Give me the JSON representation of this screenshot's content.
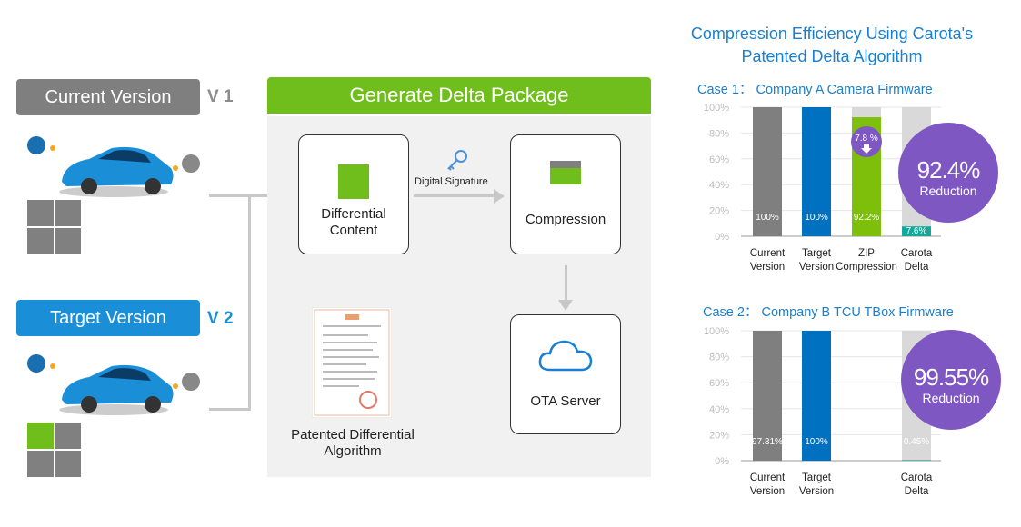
{
  "left": {
    "current": {
      "label": "Current Version",
      "version": "V 1"
    },
    "target": {
      "label": "Target Version",
      "version": "V 2"
    }
  },
  "center": {
    "header": "Generate Delta Package",
    "differential": "Differential Content",
    "signature": "Digital Signature",
    "compression": "Compression",
    "ota": "OTA Server",
    "patent": "Patented Differential Algorithm"
  },
  "title_line1": "Compression Efficiency Using Carota's",
  "title_line2": "Patented Delta Algorithm",
  "colors": {
    "gray": "#7f7f7f",
    "blue": "#0070c0",
    "green": "#7dbf0b",
    "teal": "#12a89a",
    "purple": "#7e57c2",
    "track": "#d9d9d9",
    "accent": "#1a7fd0"
  },
  "chart_data": [
    {
      "type": "bar",
      "title": "Case 1：  Company A  Camera Firmware",
      "ylim": [
        0,
        100
      ],
      "yticks": [
        "100%",
        "80%",
        "60%",
        "40%",
        "20%",
        "0%"
      ],
      "categories": [
        [
          "Current",
          "Version"
        ],
        [
          "Target",
          "Version"
        ],
        [
          "ZIP",
          "Compression"
        ],
        [
          "Carota",
          "Delta"
        ]
      ],
      "values": [
        100,
        100,
        92.2,
        7.6
      ],
      "labels": [
        "100%",
        "100%",
        "92.2%",
        "7.6%"
      ],
      "bar_colors": [
        "#7f7f7f",
        "#0070c0",
        "#7dbf0b",
        "#12a89a"
      ],
      "track": [
        false,
        false,
        true,
        true
      ],
      "callout": {
        "value": "7.8 %",
        "arrow": "down-arrow-icon"
      },
      "badge": {
        "value": "92.4%",
        "label": "Reduction"
      }
    },
    {
      "type": "bar",
      "title": "Case  2：  Company B  TCU TBox Firmware",
      "ylim": [
        0,
        100
      ],
      "yticks": [
        "100%",
        "80%",
        "60%",
        "40%",
        "20%",
        "0%"
      ],
      "categories": [
        [
          "Current",
          "Version"
        ],
        [
          "Target",
          "Version"
        ],
        [
          "",
          ""
        ],
        [
          "Carota",
          "Delta"
        ]
      ],
      "values": [
        100,
        100,
        null,
        0.45
      ],
      "labels": [
        "97.31%",
        "100%",
        "",
        "0.45%"
      ],
      "bar_colors": [
        "#7f7f7f",
        "#0070c0",
        "#ffffff",
        "#12a89a"
      ],
      "track": [
        false,
        false,
        false,
        true
      ],
      "badge": {
        "value": "99.55%",
        "label": "Reduction"
      }
    }
  ]
}
